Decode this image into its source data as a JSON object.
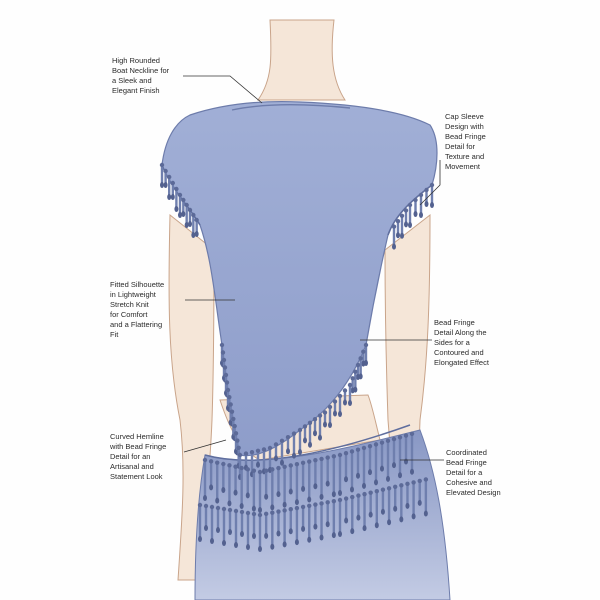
{
  "annotations": {
    "neckline": "High Rounded\nBoat Neckline for\na Sleek and\nElegant Finish",
    "cap_sleeve": "Cap Sleeve\nDesign with\nBead Fringe\nDetail for\nTexture and\nMovement",
    "fitted_silhouette": "Fitted Silhouette\nin Lightweight\nStretch Knit\nfor Comfort\nand a Flattering\nFit",
    "side_fringe": "Bead Fringe\nDetail Along the\nSides for a\nContoured and\nElongated Effect",
    "curved_hemline": "Curved Hemline\nwith Bead Fringe\nDetail for an\nArtisanal and\nStatement Look",
    "coordinated_fringe": "Coordinated\nBead Fringe\nDetail for a\nCohesive and\nElevated Design"
  },
  "colors": {
    "garment": "#97a6cf",
    "garment_shade": "#7d8dbd",
    "bead": "#6f7fae",
    "skin": "#f3e2d3",
    "skin_line": "#c9a48a",
    "leader_line": "#333333"
  }
}
